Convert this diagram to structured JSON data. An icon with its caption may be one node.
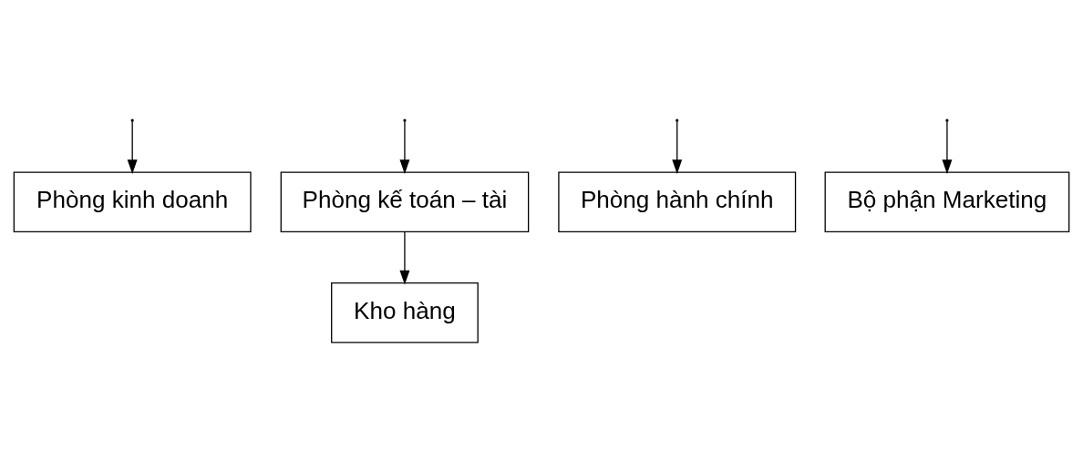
{
  "diagram": {
    "nodes": [
      {
        "text": [
          "Phòng kinh doanh"
        ]
      },
      {
        "text": [
          "Phòng kế toán – tài"
        ]
      },
      {
        "text": [
          "Phòng hành chính"
        ]
      },
      {
        "text": [
          "Bộ phận Marketing"
        ]
      },
      {
        "text": [
          "Kho hàng"
        ]
      }
    ],
    "edges": [
      {
        "from": null,
        "to": 0,
        "arrow": "to"
      },
      {
        "from": null,
        "to": 1,
        "arrow": "to"
      },
      {
        "from": null,
        "to": 2,
        "arrow": "to"
      },
      {
        "from": null,
        "to": 3,
        "arrow": "to"
      },
      {
        "from": 1,
        "to": 4,
        "arrow": "to"
      }
    ]
  }
}
